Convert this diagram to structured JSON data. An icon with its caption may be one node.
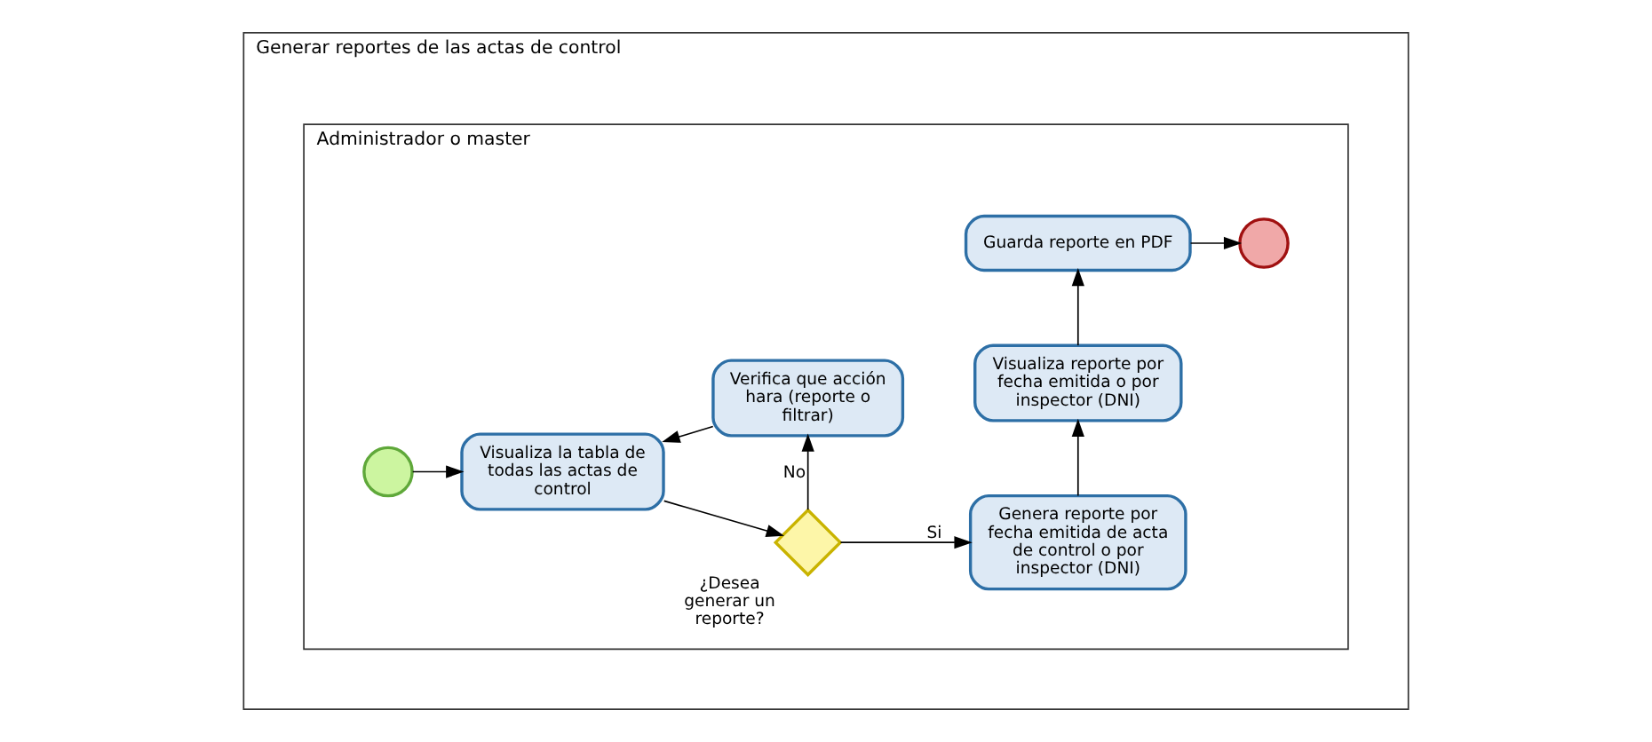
{
  "diagram": {
    "nodes": [
      {
        "text": [
          "Generar reportes de las actas de control"
        ]
      },
      {
        "text": [
          "Administrador o master"
        ],
        "in": 0
      },
      {
        "text": [],
        "shape": "circle",
        "in": 1
      },
      {
        "text": [
          "Visualiza la tabla de todas las actas de control"
        ],
        "in": 1
      },
      {
        "text": [],
        "shape": "diamond",
        "beside": [
          "¿Desea generar un reporte?"
        ],
        "in": 1
      },
      {
        "text": [
          "Genera reporte por fecha emitida de acta de control o por inspector (DNI)"
        ],
        "in": 1
      },
      {
        "text": [
          "Verifica que acción hara (reporte o filtrar)"
        ],
        "in": 1
      },
      {
        "text": [
          "Visualiza reporte por fecha emitida o por inspector (DNI)"
        ],
        "in": 1
      },
      {
        "text": [
          "Guarda reporte en PDF"
        ],
        "in": 1
      },
      {
        "text": [],
        "shape": "circle",
        "in": 1
      }
    ],
    "edges": [
      {
        "from": 2,
        "to": 3,
        "arrow": "to"
      },
      {
        "from": 3,
        "to": 4,
        "arrow": "to"
      },
      {
        "from": 4,
        "to": 5,
        "arrow": "to",
        "label": "Si"
      },
      {
        "from": 4,
        "to": 6,
        "arrow": "to",
        "label": "No"
      },
      {
        "from": 6,
        "to": 3,
        "arrow": "to"
      },
      {
        "from": 5,
        "to": 7,
        "arrow": "to"
      },
      {
        "from": 7,
        "to": 8,
        "arrow": "to"
      },
      {
        "from": 8,
        "to": 9,
        "arrow": "to"
      }
    ]
  }
}
